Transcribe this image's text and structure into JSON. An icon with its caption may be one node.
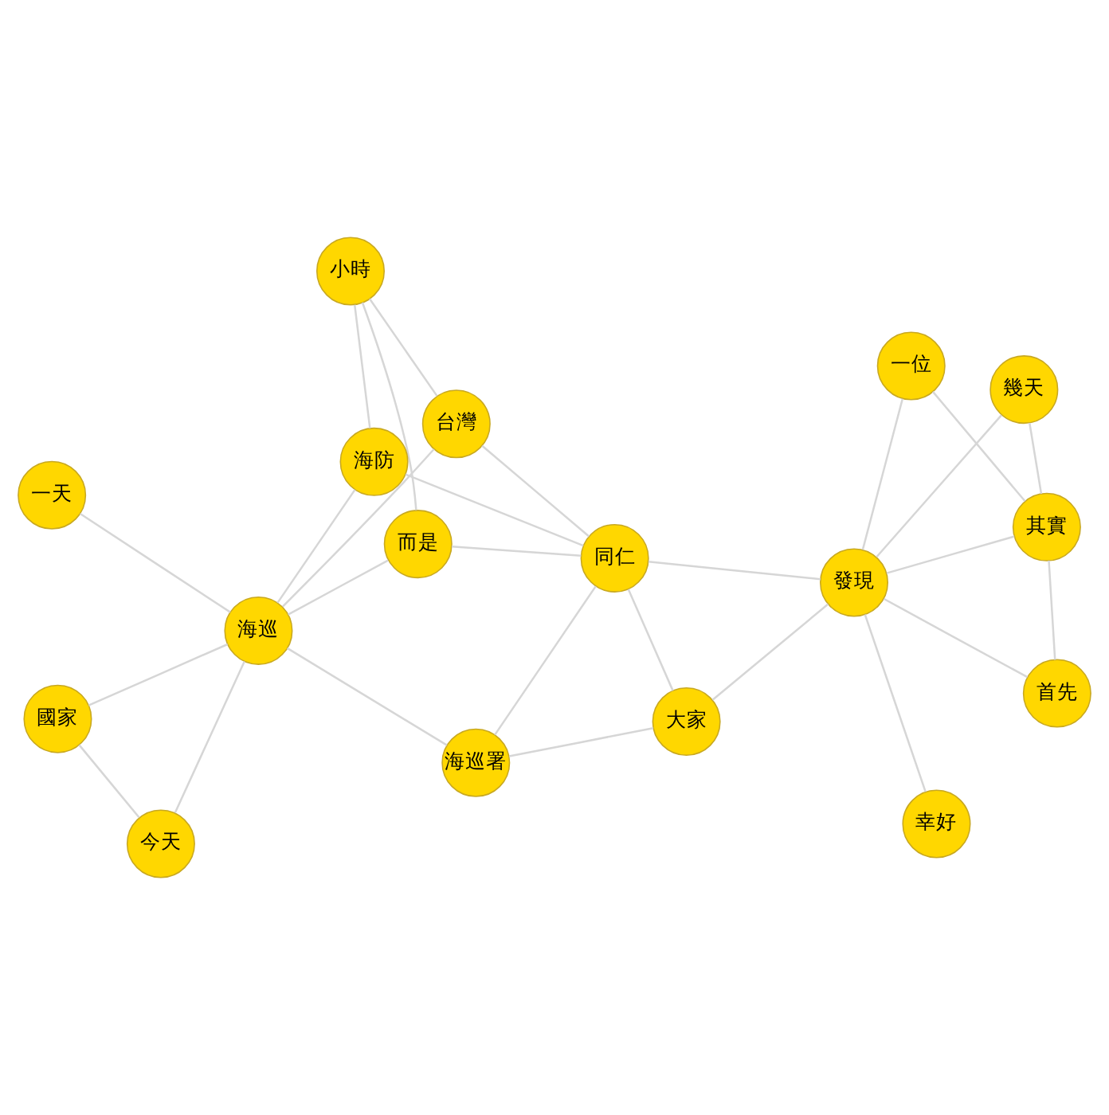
{
  "diagram": {
    "nodes": [
      {
        "text": [
          "小時"
        ]
      },
      {
        "text": [
          "今天"
        ]
      },
      {
        "text": [
          "而是"
        ]
      },
      {
        "text": [
          "海防"
        ]
      },
      {
        "text": [
          "一天"
        ]
      },
      {
        "text": [
          "海巡"
        ]
      },
      {
        "text": [
          "台灣"
        ]
      },
      {
        "text": [
          "國家"
        ]
      },
      {
        "text": [
          "同仁"
        ]
      },
      {
        "text": [
          "海巡署"
        ]
      },
      {
        "text": [
          "首先"
        ]
      },
      {
        "text": [
          "大家"
        ]
      },
      {
        "text": [
          "幸好"
        ]
      },
      {
        "text": [
          "發現"
        ]
      },
      {
        "text": [
          "其實"
        ]
      },
      {
        "text": [
          "一位"
        ]
      },
      {
        "text": [
          "幾天"
        ]
      }
    ],
    "edges": [
      {
        "from": 0,
        "to": 2,
        "arrow": "none"
      },
      {
        "from": 0,
        "to": 3,
        "arrow": "none"
      },
      {
        "from": 0,
        "to": 6,
        "arrow": "none"
      },
      {
        "from": 1,
        "to": 7,
        "arrow": "none"
      },
      {
        "from": 1,
        "to": 5,
        "arrow": "none"
      },
      {
        "from": 4,
        "to": 5,
        "arrow": "none"
      },
      {
        "from": 7,
        "to": 5,
        "arrow": "none"
      },
      {
        "from": 5,
        "to": 2,
        "arrow": "none"
      },
      {
        "from": 5,
        "to": 3,
        "arrow": "none"
      },
      {
        "from": 5,
        "to": 6,
        "arrow": "none"
      },
      {
        "from": 5,
        "to": 9,
        "arrow": "none"
      },
      {
        "from": 2,
        "to": 8,
        "arrow": "none"
      },
      {
        "from": 3,
        "to": 8,
        "arrow": "none"
      },
      {
        "from": 6,
        "to": 8,
        "arrow": "none"
      },
      {
        "from": 8,
        "to": 9,
        "arrow": "none"
      },
      {
        "from": 8,
        "to": 11,
        "arrow": "none"
      },
      {
        "from": 8,
        "to": 13,
        "arrow": "none"
      },
      {
        "from": 9,
        "to": 11,
        "arrow": "none"
      },
      {
        "from": 11,
        "to": 13,
        "arrow": "none"
      },
      {
        "from": 13,
        "to": 10,
        "arrow": "none"
      },
      {
        "from": 13,
        "to": 12,
        "arrow": "none"
      },
      {
        "from": 13,
        "to": 14,
        "arrow": "none"
      },
      {
        "from": 13,
        "to": 15,
        "arrow": "none"
      },
      {
        "from": 13,
        "to": 16,
        "arrow": "none"
      },
      {
        "from": 10,
        "to": 14,
        "arrow": "none"
      },
      {
        "from": 14,
        "to": 16,
        "arrow": "none"
      },
      {
        "from": 14,
        "to": 15,
        "arrow": "none"
      }
    ]
  }
}
